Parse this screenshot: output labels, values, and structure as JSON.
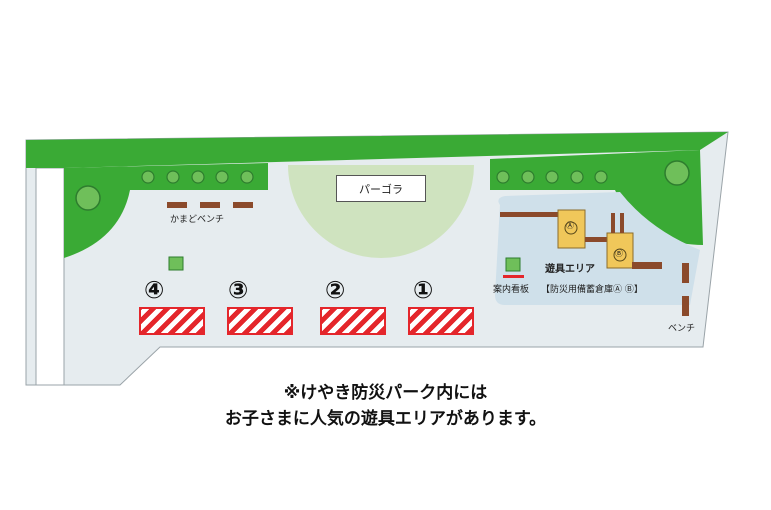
{
  "map": {
    "pergola_label": "パーゴラ",
    "bbq_bench_label": "かまどベンチ",
    "sign_label": "案内看板",
    "play_area_label": "遊具エリア",
    "storage_label": "【防災用備蓄倉庫Ⓐ Ⓑ】",
    "bench_label": "ベンチ",
    "storage_a": "Ⓐ",
    "storage_b": "Ⓑ",
    "slots": [
      {
        "number": "①"
      },
      {
        "number": "②"
      },
      {
        "number": "③"
      },
      {
        "number": "④"
      }
    ]
  },
  "note": {
    "line1": "※けやき防災パーク内には",
    "line2": "お子さまに人気の遊具エリアがあります。"
  },
  "colors": {
    "hedge": "#3aaa35",
    "hedge_dark": "#2e8b2e",
    "ground": "#e6ecef",
    "lawn": "#cfe3bf",
    "play_area": "#cfe0ea",
    "slot_red": "#e4262b",
    "bench_brown": "#8b4a2b",
    "storage_yellow": "#f0c75a"
  }
}
